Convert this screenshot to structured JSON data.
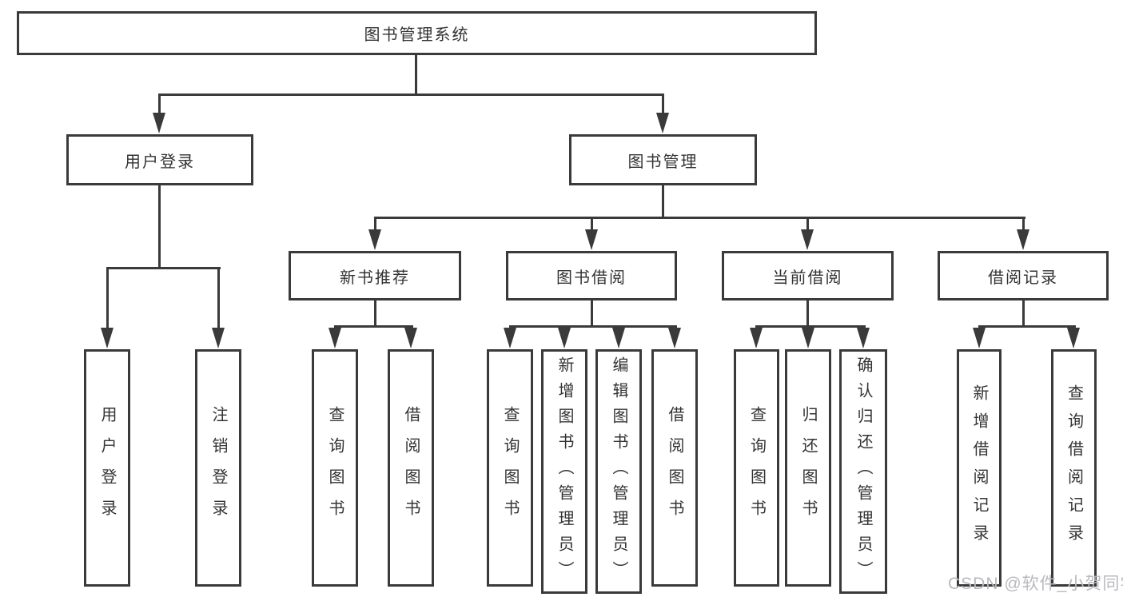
{
  "diagram_type": "hierarchy-tree",
  "colors": {
    "line": "#3a3a3a",
    "text": "#333333",
    "background": "#ffffff",
    "watermark": "#b9b9be"
  },
  "tree": {
    "label": "图书管理系统",
    "children": [
      {
        "label": "用户登录",
        "children": [
          {
            "label": "用户登录"
          },
          {
            "label": "注销登录"
          }
        ]
      },
      {
        "label": "图书管理",
        "children": [
          {
            "label": "新书推荐",
            "children": [
              {
                "label": "查询图书"
              },
              {
                "label": "借阅图书"
              }
            ]
          },
          {
            "label": "图书借阅",
            "children": [
              {
                "label": "查询图书"
              },
              {
                "label": "新增图书（管理员）"
              },
              {
                "label": "编辑图书（管理员）"
              },
              {
                "label": "借阅图书"
              }
            ]
          },
          {
            "label": "当前借阅",
            "children": [
              {
                "label": "查询图书"
              },
              {
                "label": "归还图书"
              },
              {
                "label": "确认归还（管理员）"
              }
            ]
          },
          {
            "label": "借阅记录",
            "children": [
              {
                "label": "新增借阅记录"
              },
              {
                "label": "查询借阅记录"
              }
            ]
          }
        ]
      }
    ]
  },
  "watermark": "CSDN @软件_小贺同学"
}
